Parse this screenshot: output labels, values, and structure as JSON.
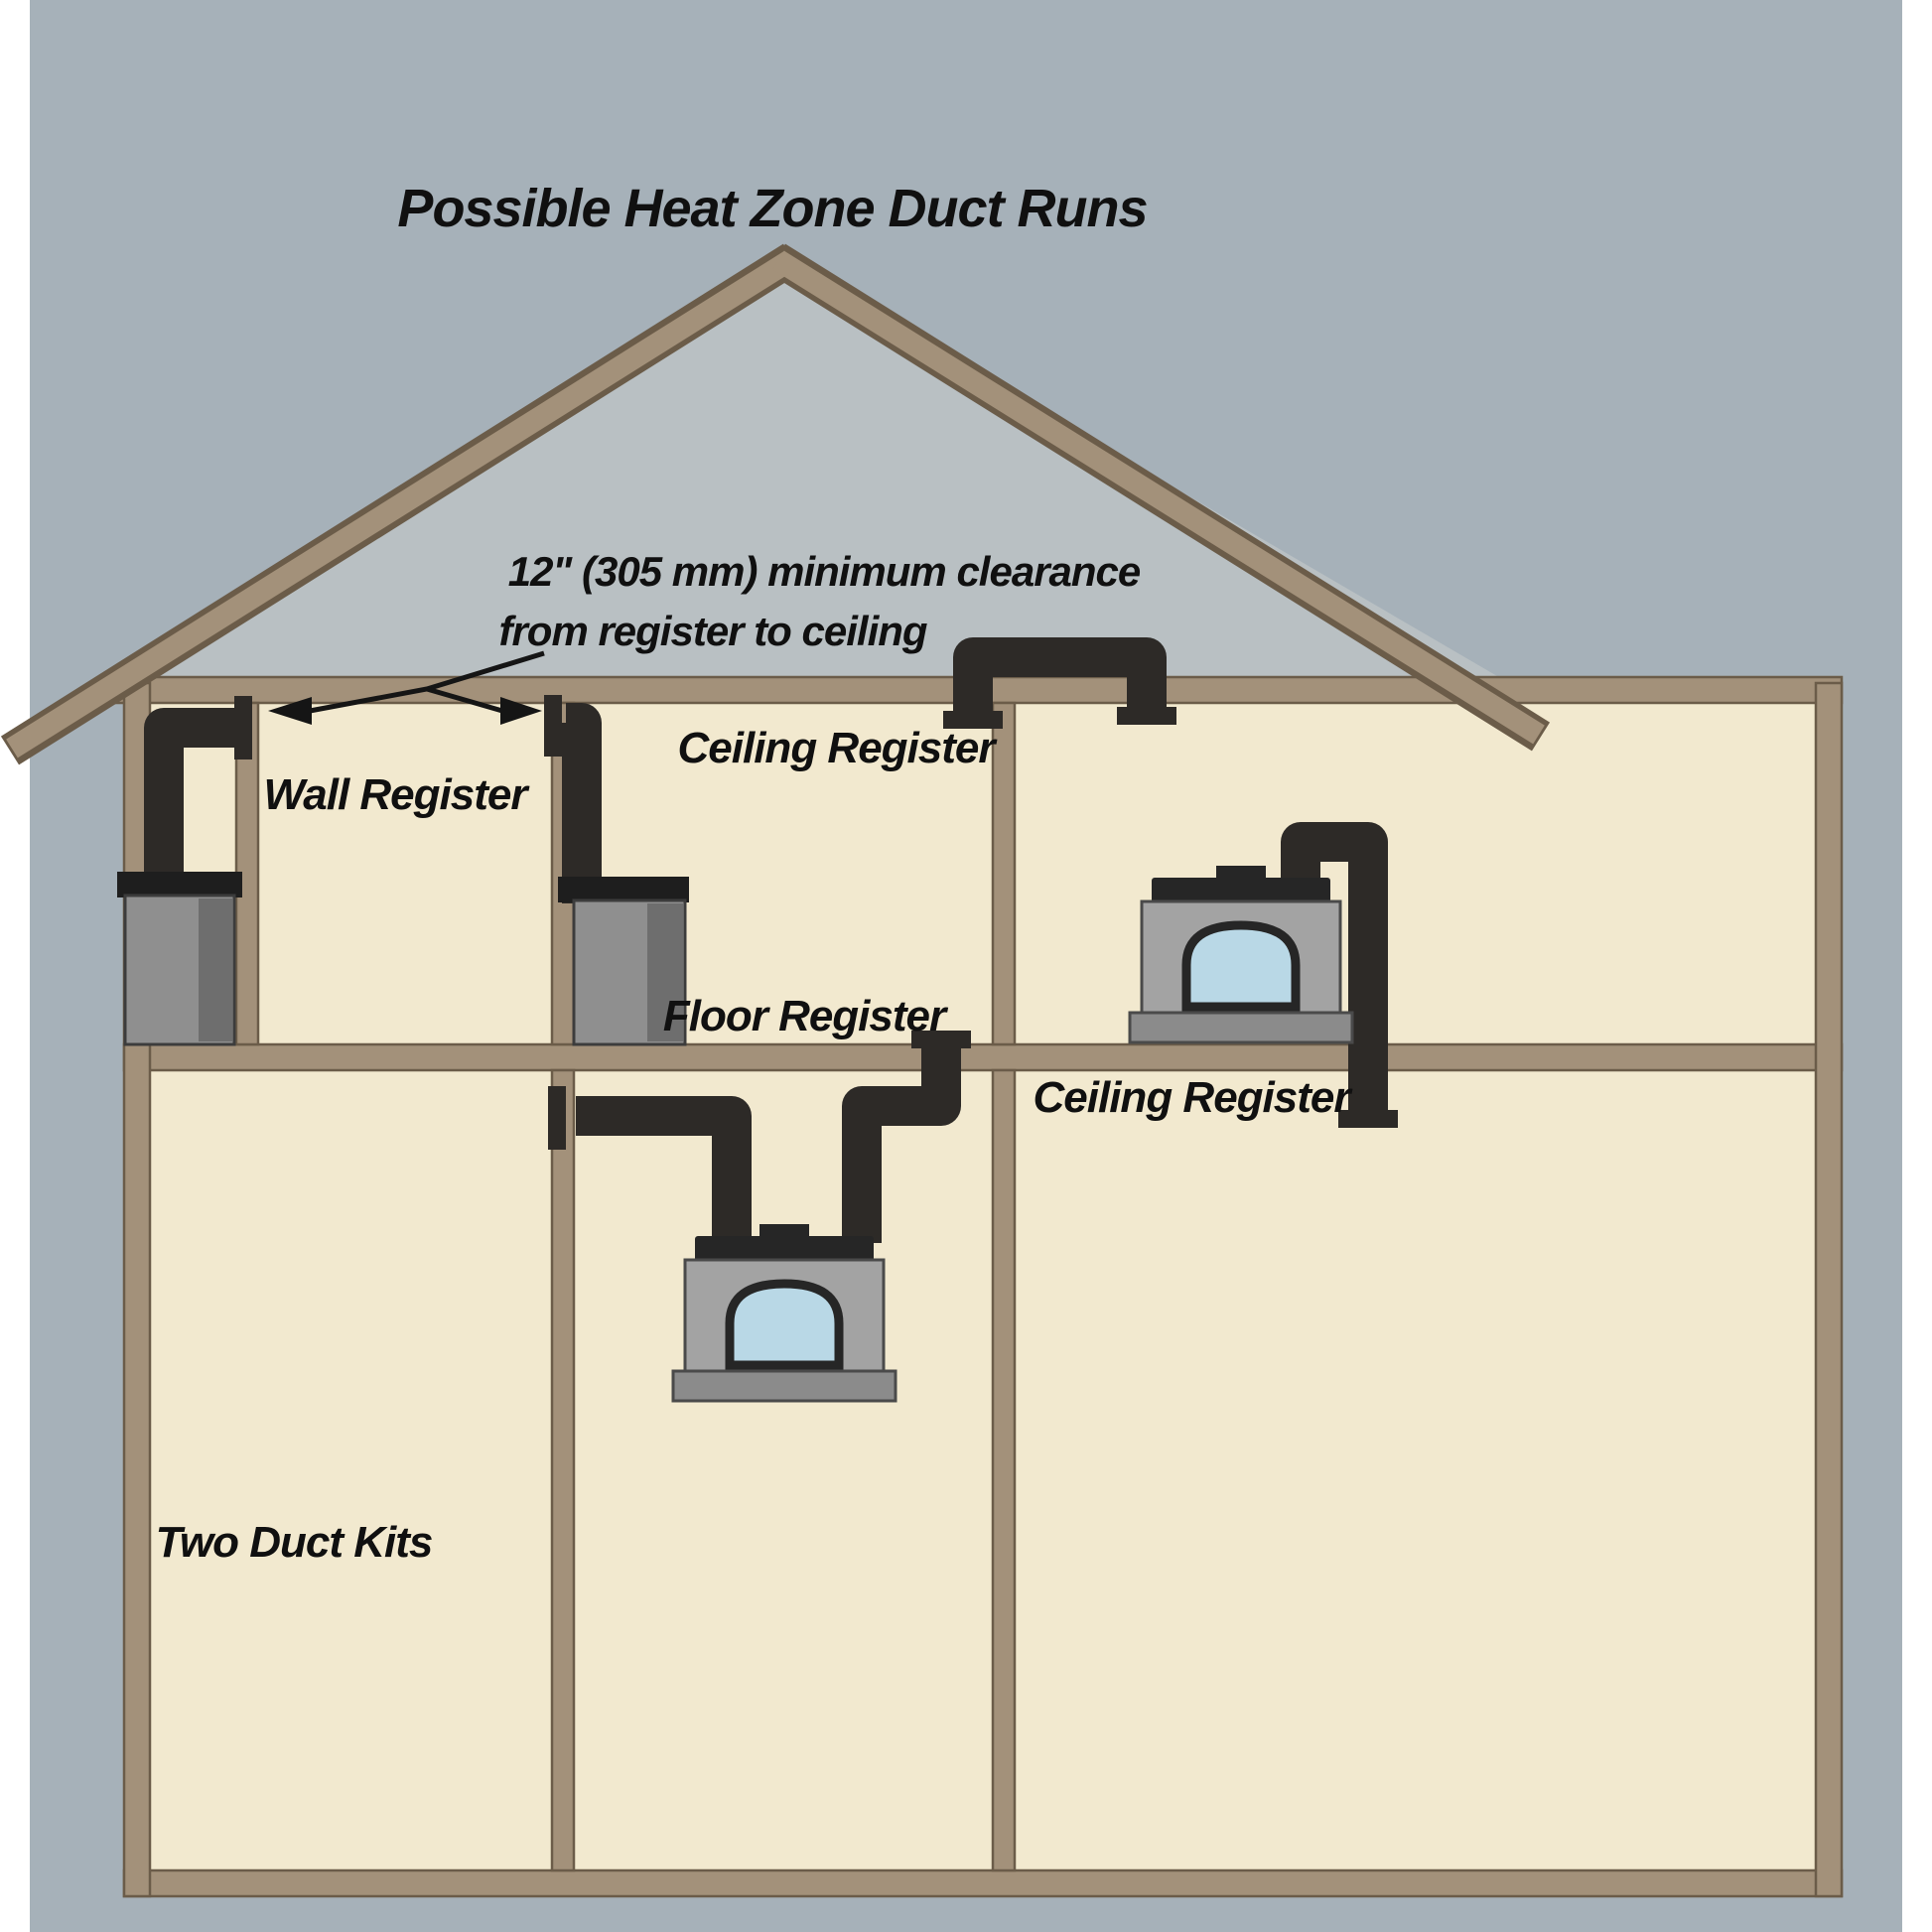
{
  "title": "Possible Heat Zone Duct Runs",
  "clearance_note": {
    "line1": "12\" (305 mm) minimum clearance",
    "line2": "from register to ceiling"
  },
  "labels": {
    "wall_register": "Wall Register",
    "ceiling_register_upper": "Ceiling Register",
    "floor_register": "Floor Register",
    "ceiling_register_lower": "Ceiling Register",
    "two_duct_kits": "Two Duct Kits"
  },
  "colors": {
    "background": "#a6b1b9",
    "attic": "#b9c0c3",
    "room": "#f2e9cf",
    "wall": "#a3917a",
    "rafter": "#a3917a",
    "wall_outline": "#6b5c49",
    "duct": "#2d2a27",
    "stove": "#8f8f8f",
    "stove_dark": "#6e6e6e",
    "stove_top": "#1e1e1e",
    "fp_body": "#a3a3a3",
    "fp_base": "#8b8b8b",
    "fp_frame": "#262626",
    "window": "#b9d8e6",
    "text": "#101010",
    "leader": "#151515"
  }
}
